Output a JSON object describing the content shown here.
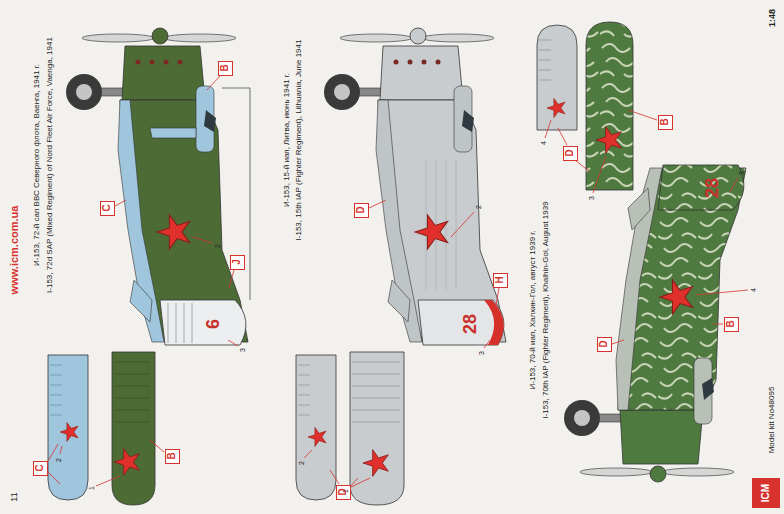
{
  "diagram": {
    "nodes": [
      {
        "text": [
          "B"
        ]
      },
      {
        "text": [
          "C"
        ]
      },
      {
        "text": [
          "J"
        ]
      },
      {
        "text": [
          "C"
        ]
      },
      {
        "text": [
          "B"
        ]
      },
      {
        "text": [
          "D"
        ]
      },
      {
        "text": [
          "H"
        ]
      },
      {
        "text": [
          "D"
        ]
      },
      {
        "text": [
          "B"
        ]
      },
      {
        "text": [
          "D"
        ]
      },
      {
        "text": [
          "B"
        ]
      },
      {
        "text": [
          "D"
        ]
      }
    ],
    "labels": [
      "1:48",
      "Model kit No48095",
      "11",
      "www.icm.com.ua",
      "И-153, 72-й сап ВВС Северного флота, Ваенга, 1941 г.",
      "I-153, 72d SAP (Mixed Regiment) of Nord Fleet Air Force, Vaenga, 1941",
      "И-153, 15-й иап, Литва, июнь 1941 г.",
      "I-153, 15th IAP (Fighter Regiment), Lithuania, June 1941",
      "И-153, 70-й иап, Халхин-Гол, август 1939 г.",
      "I-153, 70th IAP (Fighter Regiment), Khalhin-Gol, August 1939",
      "ICM",
      "6",
      "28",
      "28",
      "2",
      "3",
      "2",
      "3",
      "4",
      "3",
      "2",
      "1",
      "2",
      "1",
      "4",
      "3"
    ]
  }
}
